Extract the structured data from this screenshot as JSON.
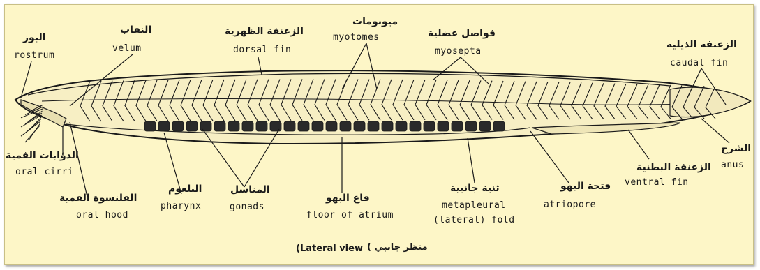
{
  "labels": {
    "rostrum": {
      "ar": "البوز",
      "en": "rostrum"
    },
    "velum": {
      "ar": "النقاب",
      "en": "velum"
    },
    "dorsal_fin": {
      "ar": "الزعنفة الظهرية",
      "en": "dorsal fin"
    },
    "myotomes": {
      "ar": "ميوتومات",
      "en": "myotomes"
    },
    "myosepta": {
      "ar": "فواصل عضلية",
      "en": "myosepta"
    },
    "caudal_fin": {
      "ar": "الزعنفة الذيلية",
      "en": "caudal fin"
    },
    "oral_cirri": {
      "ar": "الذؤابات الفمية",
      "en": "oral cirri"
    },
    "oral_hood": {
      "ar": "القلنسوة الفمية",
      "en": "oral hood"
    },
    "pharynx": {
      "ar": "البلعوم",
      "en": "pharynx"
    },
    "gonads": {
      "ar": "المناسل",
      "en": "gonads"
    },
    "floor_of_atrium": {
      "ar": "قاع البهو",
      "en": "floor of atrium"
    },
    "metapleural_fold": {
      "ar": "ثنية جانبية",
      "en": "metapleural",
      "en2": "(lateral) fold"
    },
    "atriopore": {
      "ar": "فتحة البهو",
      "en": "atriopore"
    },
    "anus": {
      "ar": "الشرج",
      "en": "anus"
    },
    "ventral_fin": {
      "ar": "الزعنفة البطنية",
      "en": "ventral fin"
    }
  },
  "caption": {
    "ar": "( منظر جانبي",
    "en": "(Lateral view"
  },
  "colors": {
    "background": "#fdf6c7",
    "ink": "#1a1a1a"
  }
}
